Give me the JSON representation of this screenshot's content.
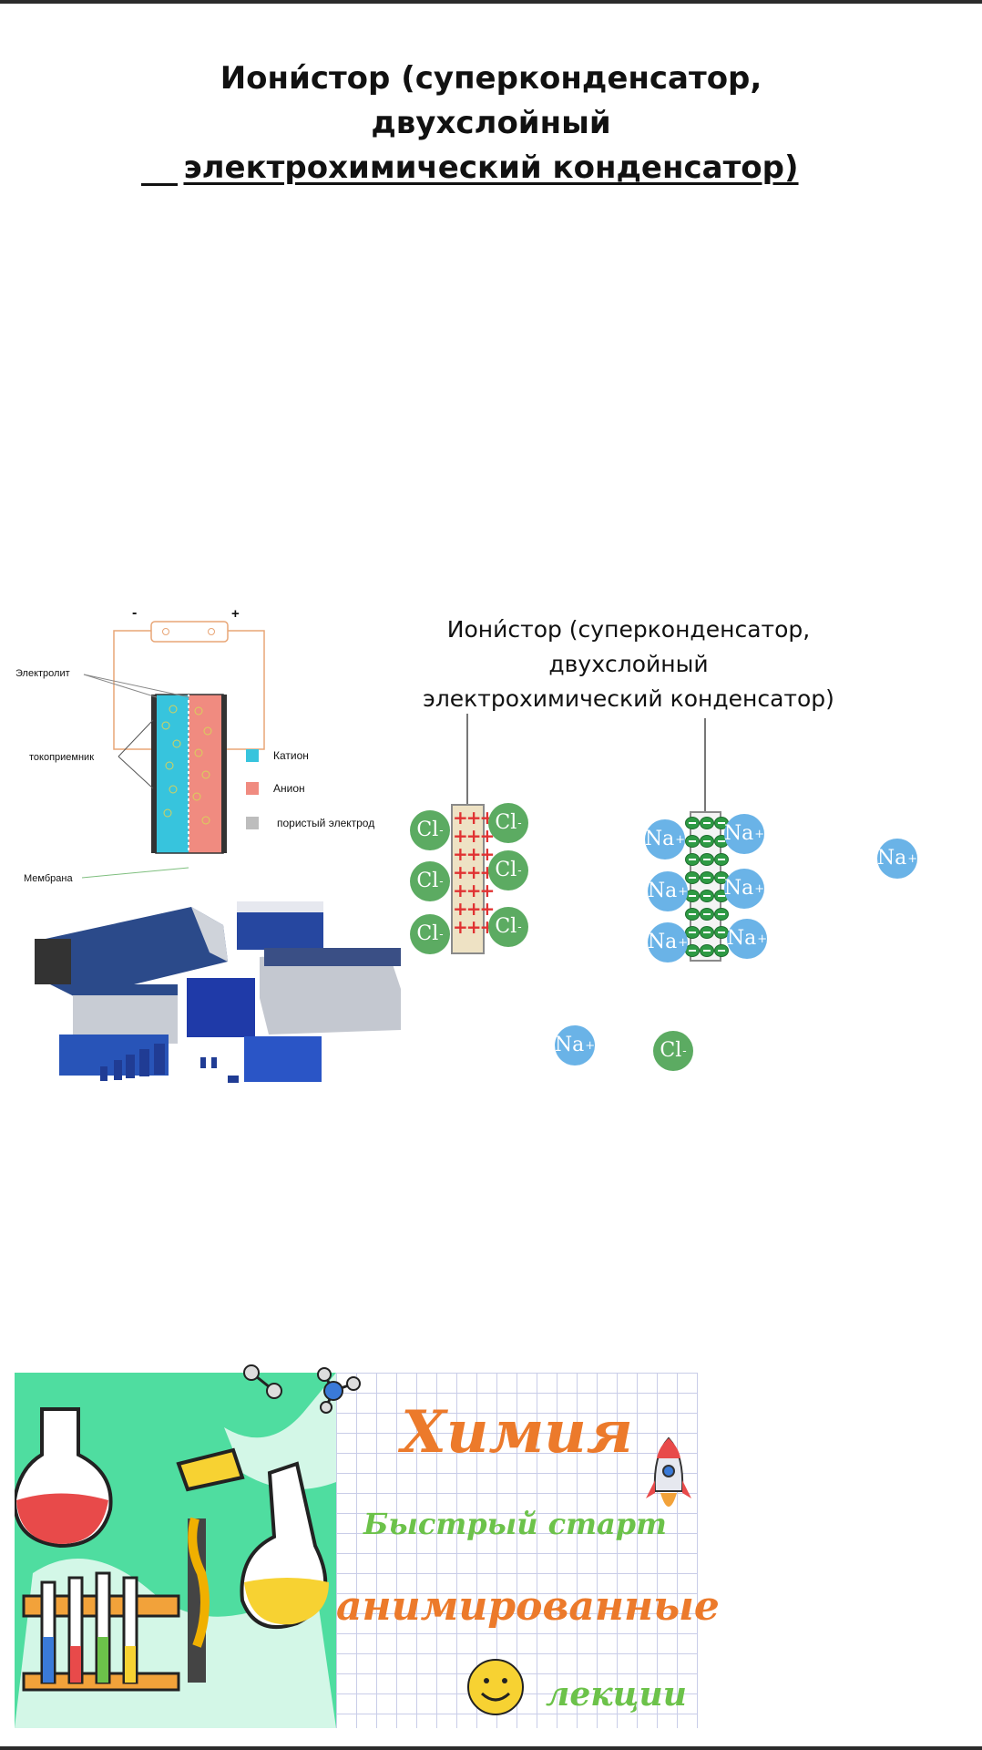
{
  "page": {
    "title_line1": "Иони́стор (суперконденсатор,",
    "title_line2": "двухслойный",
    "title_line3": "электрохимический конденсатор)"
  },
  "schematic": {
    "minus_terminal": "-",
    "plus_terminal": "+",
    "label_electrolyte": "Электролит",
    "label_collector": "токоприемник",
    "label_membrane": "Мембрана",
    "legend": [
      {
        "label": "Катион",
        "color": "#37c4dd"
      },
      {
        "label": "Анион",
        "color": "#f08b80"
      },
      {
        "label": "пористый электрод",
        "color": "#bdbdbd"
      }
    ]
  },
  "ion_diagram": {
    "title_line1": "Иони́стор (суперконденсатор,",
    "title_line2": "двухслойный",
    "title_line3": "электрохимический конденсатор)",
    "chloride_symbol": "Cl",
    "chloride_charge": "-",
    "sodium_symbol": "Na",
    "sodium_charge": "+",
    "positive_plate_mark": "+++",
    "colors": {
      "chloride": "#5cab62",
      "sodium": "#6ab3e7",
      "plus": "#e03232",
      "minus": "#2e9a44"
    }
  },
  "banner": {
    "title": "Химия",
    "subtitle": "Быстрый старт",
    "line3": "анимированные",
    "line4": "лекции",
    "colors": {
      "orange": "#ec7a2b",
      "green": "#6cc24a",
      "mint": "#4fdda0"
    }
  }
}
